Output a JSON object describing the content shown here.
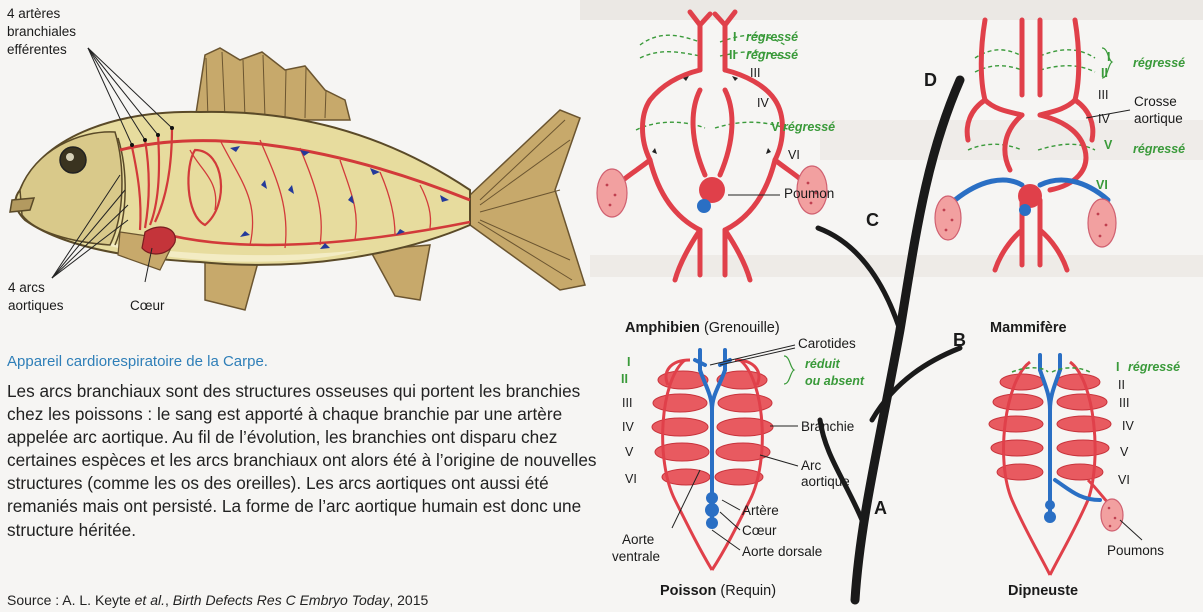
{
  "fish": {
    "efferent_label": [
      "4 artères",
      "branchiales",
      "efférentes"
    ],
    "aortic_label": [
      "4 arcs",
      "aortiques"
    ],
    "heart_label": "Cœur",
    "caption": "Appareil cardiorespiratoire de la Carpe."
  },
  "body_text": "Les arcs branchiaux sont des structures osseuses qui portent les branchies chez les poissons : le sang est apporté à chaque branchie par une artère appelée arc aortique. Au fil de l’évolution, les branchies ont disparu chez certaines espèces et les arcs branchiaux ont alors été à l’origine de nouvelles structures (comme les os des oreilles). Les arcs aortiques ont aussi été remaniés mais ont persisté. La forme de l’arc aortique humain est donc une structure héritée.",
  "source": {
    "prefix": "Source : A. L. Keyte ",
    "etal": "et al.",
    "sep": ", ",
    "journal": "Birth Defects Res C Embryo Today",
    "year": ", 2015"
  },
  "amphibien": {
    "name": "Amphibien",
    "species": " (Grenouille)",
    "arch_I": "I",
    "arch_II": "II",
    "arch_III": "III",
    "arch_IV": "IV",
    "arch_V": "V",
    "arch_VI": "VI",
    "regresse_I": "régressé",
    "regresse_II": "régressé",
    "regresse_V": "régressé",
    "poumon": "Poumon"
  },
  "mammifere": {
    "name": "Mammifère",
    "arch_I": "I",
    "arch_II": "II",
    "arch_III": "III",
    "arch_IV": "IV",
    "arch_V": "V",
    "arch_VI": "VI",
    "regresse_top": "régressé",
    "regresse_V": "régressé",
    "crosse": [
      "Crosse",
      "aortique"
    ]
  },
  "poisson": {
    "name": "Poisson",
    "species": " (Requin)",
    "arch_I": "I",
    "arch_II": "II",
    "arch_III": "III",
    "arch_IV": "IV",
    "arch_V": "V",
    "arch_VI": "VI",
    "reduit": [
      "réduit",
      "ou absent"
    ],
    "carotides": "Carotides",
    "branchie": "Branchie",
    "arc_aortique": [
      "Arc",
      "aortique"
    ],
    "artere": "Artère",
    "coeur": "Cœur",
    "aorte_dorsale": "Aorte dorsale",
    "aorte_ventrale": [
      "Aorte",
      "ventrale"
    ]
  },
  "dipneuste": {
    "name": "Dipneuste",
    "arch_I": "I",
    "arch_II": "II",
    "arch_III": "III",
    "arch_IV": "IV",
    "arch_V": "V",
    "arch_VI": "VI",
    "regresse_I": "régressé",
    "poumons": "Poumons"
  },
  "tree": {
    "A": "A",
    "B": "B",
    "C": "C",
    "D": "D"
  },
  "colors": {
    "artery_red": "#e0404a",
    "vein_blue": "#2a6fc4",
    "regressed_green": "#3a9a3a",
    "lung_pink": "#f2a0a0",
    "caption_blue": "#2f7fb8"
  }
}
